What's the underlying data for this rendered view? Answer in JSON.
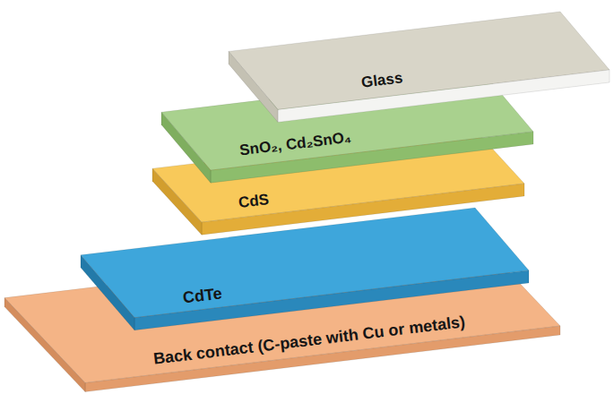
{
  "diagram": {
    "nodes": [
      {
        "text": [
          "Glass"
        ]
      },
      {
        "text": [
          "SnO₂, Cd₂SnO₄"
        ]
      },
      {
        "text": [
          "CdS"
        ]
      },
      {
        "text": [
          "CdTe"
        ]
      },
      {
        "text": [
          "Back contact (C-paste with Cu or metals)"
        ]
      }
    ]
  }
}
